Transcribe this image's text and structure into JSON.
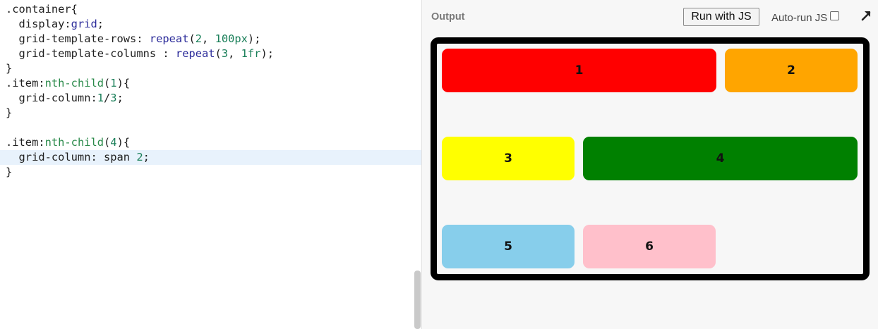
{
  "editor": {
    "lines": [
      [
        {
          "t": ".container{",
          "c": ""
        }
      ],
      [
        {
          "t": "  display:",
          "c": ""
        },
        {
          "t": "grid",
          "c": "kw"
        },
        {
          "t": ";",
          "c": ""
        }
      ],
      [
        {
          "t": "  grid-template-rows: ",
          "c": ""
        },
        {
          "t": "repeat",
          "c": "fn"
        },
        {
          "t": "(",
          "c": ""
        },
        {
          "t": "2",
          "c": "num"
        },
        {
          "t": ", ",
          "c": ""
        },
        {
          "t": "100px",
          "c": "num"
        },
        {
          "t": ");",
          "c": ""
        }
      ],
      [
        {
          "t": "  grid-template-columns : ",
          "c": ""
        },
        {
          "t": "repeat",
          "c": "fn"
        },
        {
          "t": "(",
          "c": ""
        },
        {
          "t": "3",
          "c": "num"
        },
        {
          "t": ", ",
          "c": ""
        },
        {
          "t": "1fr",
          "c": "num"
        },
        {
          "t": ");",
          "c": ""
        }
      ],
      [
        {
          "t": "}",
          "c": ""
        }
      ],
      [
        {
          "t": ".item:",
          "c": ""
        },
        {
          "t": "nth-child",
          "c": "sel"
        },
        {
          "t": "(",
          "c": ""
        },
        {
          "t": "1",
          "c": "num"
        },
        {
          "t": "){",
          "c": ""
        }
      ],
      [
        {
          "t": "  grid-column:",
          "c": ""
        },
        {
          "t": "1",
          "c": "num"
        },
        {
          "t": "/",
          "c": ""
        },
        {
          "t": "3",
          "c": "num"
        },
        {
          "t": ";",
          "c": ""
        }
      ],
      [
        {
          "t": "}",
          "c": ""
        }
      ],
      [
        {
          "t": "",
          "c": ""
        }
      ],
      [
        {
          "t": ".item:",
          "c": ""
        },
        {
          "t": "nth-child",
          "c": "sel"
        },
        {
          "t": "(",
          "c": ""
        },
        {
          "t": "4",
          "c": "num"
        },
        {
          "t": "){",
          "c": ""
        }
      ],
      [
        {
          "t": "  grid-column: span ",
          "c": ""
        },
        {
          "t": "2",
          "c": "num"
        },
        {
          "t": ";",
          "c": ""
        }
      ],
      [
        {
          "t": "}",
          "c": ""
        }
      ]
    ],
    "active_line": 10
  },
  "output": {
    "label": "Output",
    "run_button": "Run with JS",
    "autorun_label": "Auto-run JS",
    "autorun_checked": false,
    "items": [
      {
        "label": "1",
        "color": "#ff0000"
      },
      {
        "label": "2",
        "color": "#ffa500"
      },
      {
        "label": "3",
        "color": "#ffff00"
      },
      {
        "label": "4",
        "color": "#008000"
      },
      {
        "label": "5",
        "color": "#87ceeb"
      },
      {
        "label": "6",
        "color": "#ffc0cb"
      }
    ]
  }
}
